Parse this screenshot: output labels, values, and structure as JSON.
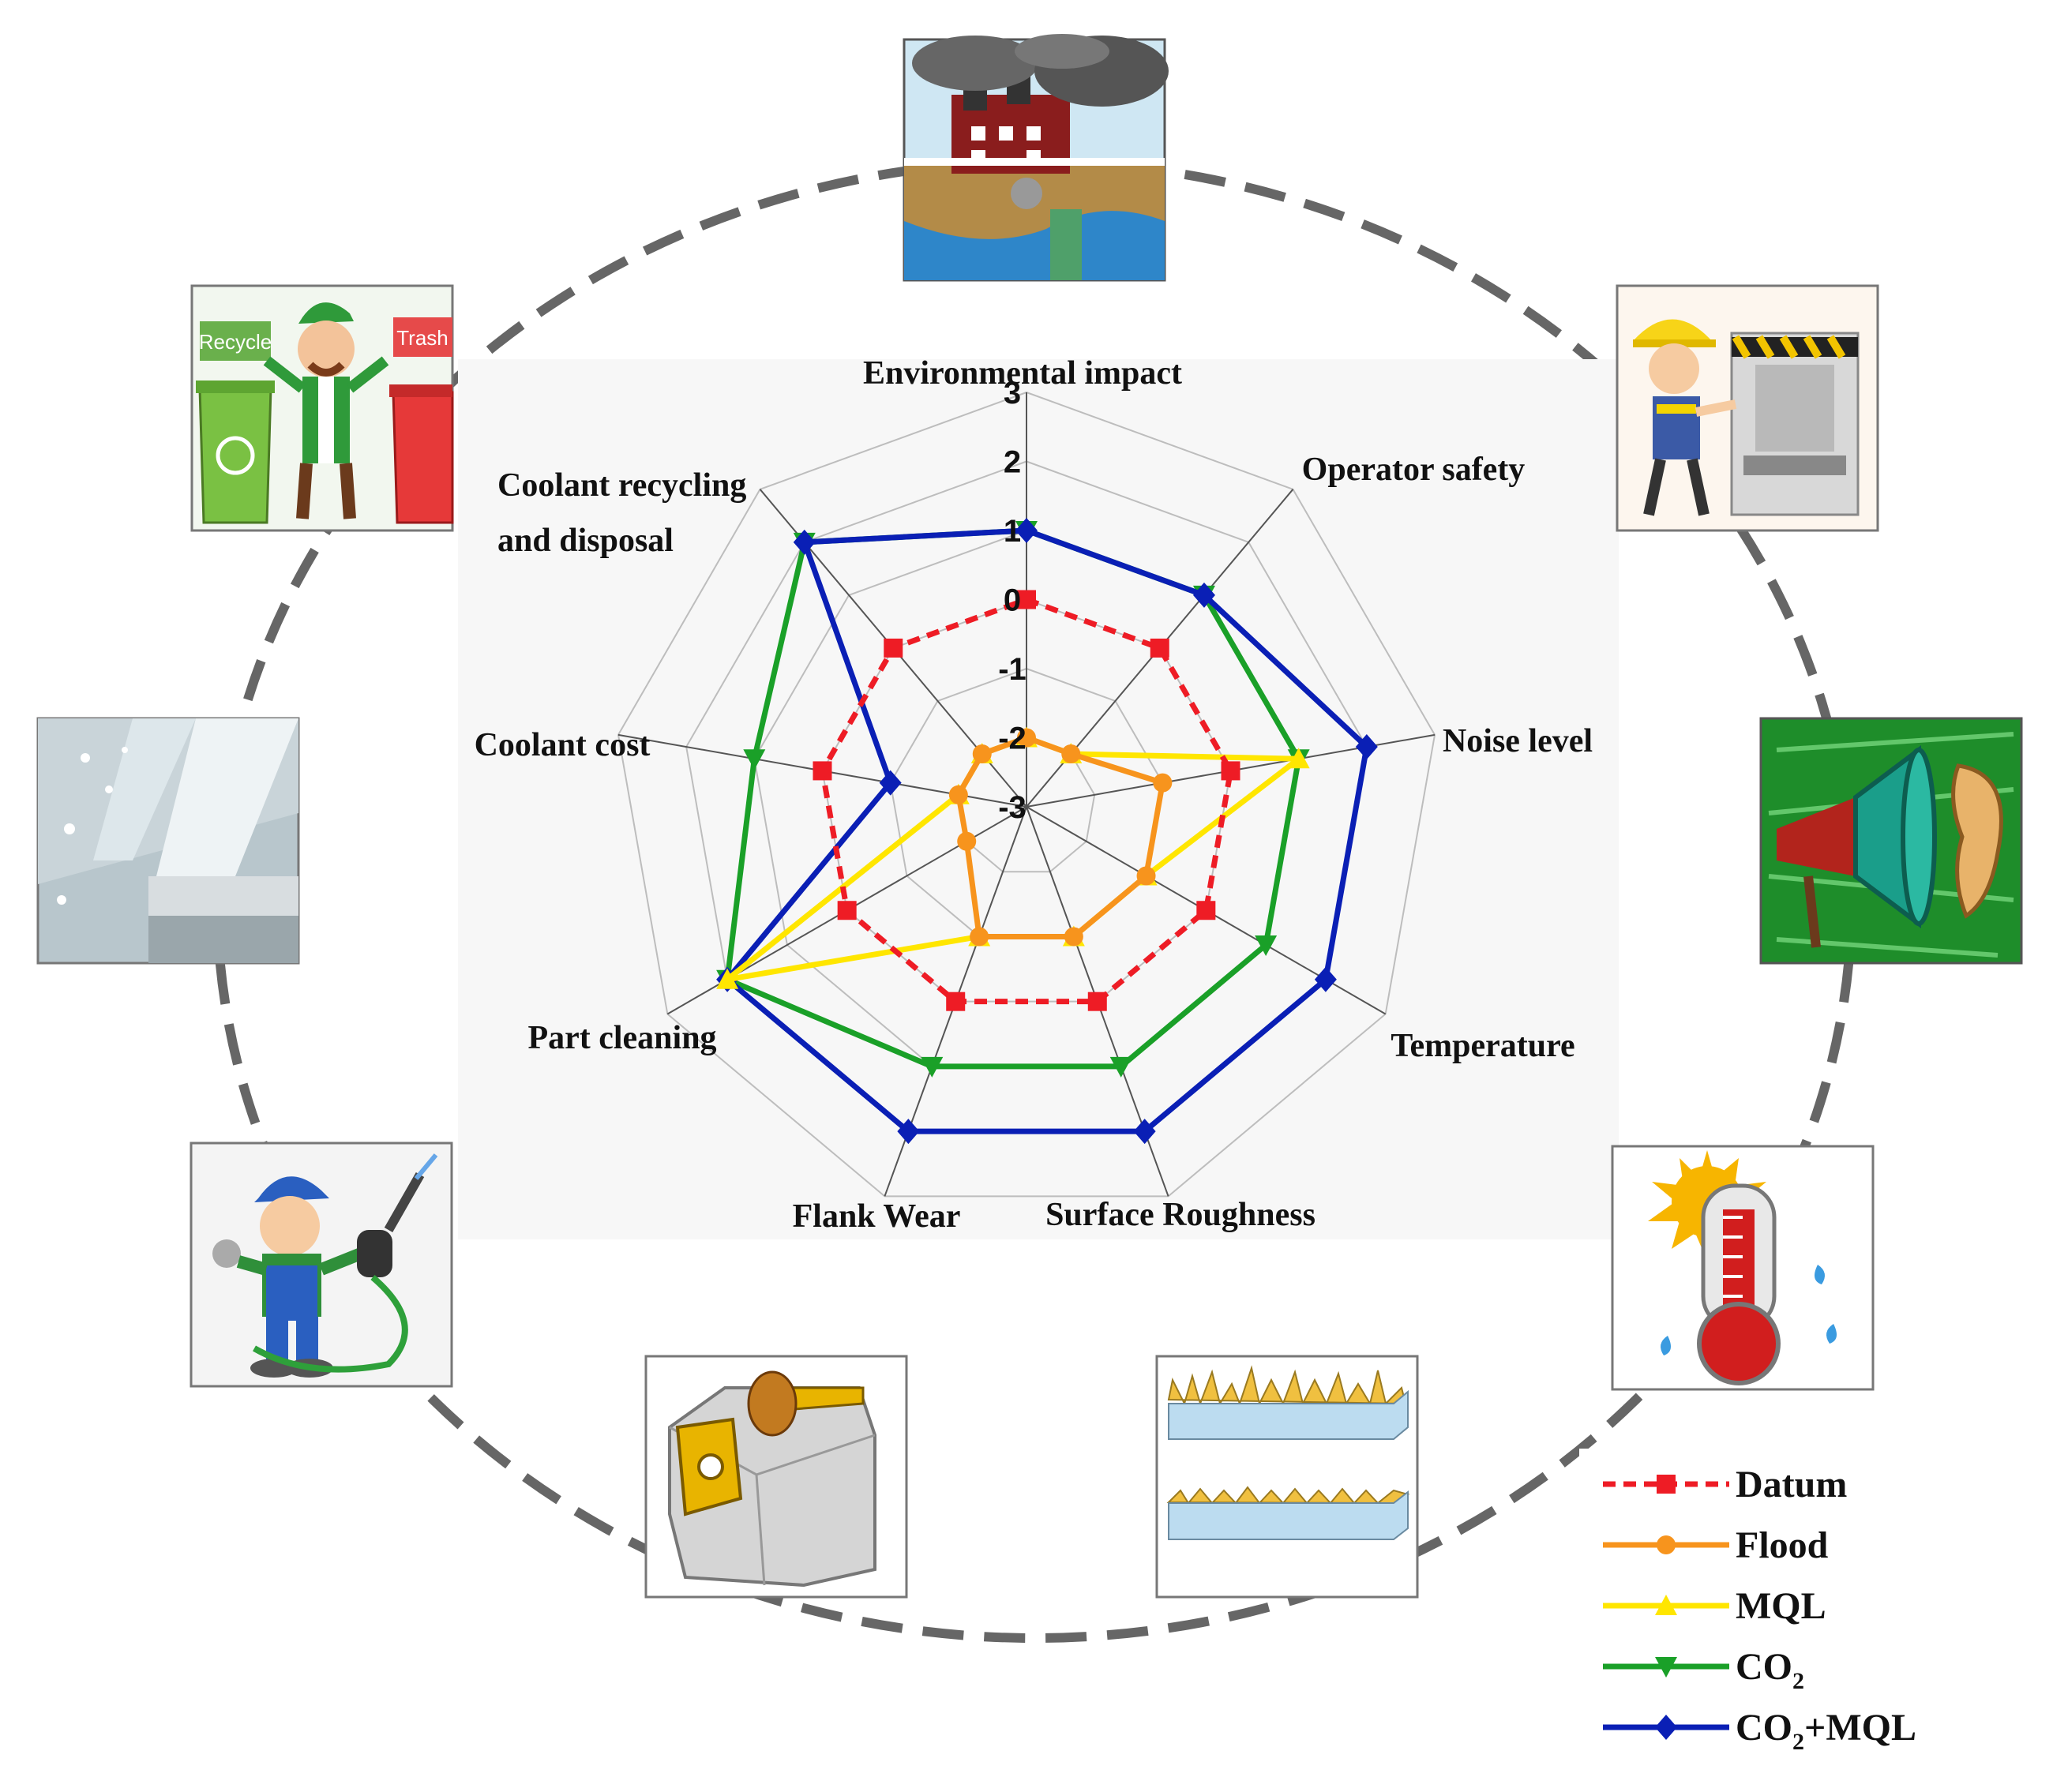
{
  "chart_data": {
    "type": "radar",
    "axes": [
      "Environmental  impact",
      "Operator safety",
      "Noise level",
      "Temperature",
      "Surface Roughness",
      "Flank Wear",
      "Part cleaning",
      "Coolant cost",
      "Coolant recycling and disposal"
    ],
    "rlim": [
      -3,
      3
    ],
    "ticks": [
      "3",
      "2",
      "1",
      "0",
      "-1",
      "-2",
      "-3"
    ],
    "grid": true,
    "legend_position": "bottom-right",
    "series": [
      {
        "name": "Datum",
        "color": "#ee1c25",
        "marker": "square",
        "dashed": true,
        "values": [
          0,
          0,
          0,
          0,
          0,
          0,
          0,
          0,
          0
        ]
      },
      {
        "name": "Flood",
        "color": "#f7941d",
        "marker": "circle",
        "dashed": false,
        "values": [
          -2,
          -2,
          -1,
          -1,
          -1,
          -1,
          -2,
          -2,
          -2
        ]
      },
      {
        "name": "MQL",
        "color": "#ffe600",
        "marker": "triangle-up",
        "dashed": false,
        "values": [
          -2,
          -2,
          1,
          -1,
          -1,
          -1,
          2,
          -2,
          -2
        ]
      },
      {
        "name": "CO2",
        "color": "#1aa028",
        "marker": "triangle-down",
        "dashed": false,
        "values": [
          1,
          1,
          1,
          1,
          1,
          1,
          2,
          1,
          2
        ]
      },
      {
        "name": "CO2+MQL",
        "color": "#0a1fb5",
        "marker": "diamond",
        "dashed": false,
        "values": [
          1,
          1,
          2,
          2,
          2,
          2,
          2,
          -1,
          2
        ]
      }
    ]
  },
  "legend": [
    {
      "main": "Datum",
      "sub": "",
      "tail": ""
    },
    {
      "main": "Flood",
      "sub": "",
      "tail": ""
    },
    {
      "main": "MQL",
      "sub": "",
      "tail": ""
    },
    {
      "main": "CO",
      "sub": "2",
      "tail": ""
    },
    {
      "main": "CO",
      "sub": "2",
      "tail": "+MQL"
    }
  ],
  "illustrations": [
    {
      "icon": "factory-pollution-icon",
      "words": []
    },
    {
      "icon": "operator-safety-icon",
      "words": []
    },
    {
      "icon": "loudspeaker-ear-icon",
      "words": []
    },
    {
      "icon": "thermometer-sun-icon",
      "words": []
    },
    {
      "icon": "surface-roughness-icon",
      "words": []
    },
    {
      "icon": "flank-wear-tool-icon",
      "words": []
    },
    {
      "icon": "part-cleaning-worker-icon",
      "words": []
    },
    {
      "icon": "coolant-splash-icon",
      "words": []
    },
    {
      "icon": "recycle-trash-bins-icon",
      "words": [
        "Recycle",
        "Trash"
      ]
    }
  ]
}
